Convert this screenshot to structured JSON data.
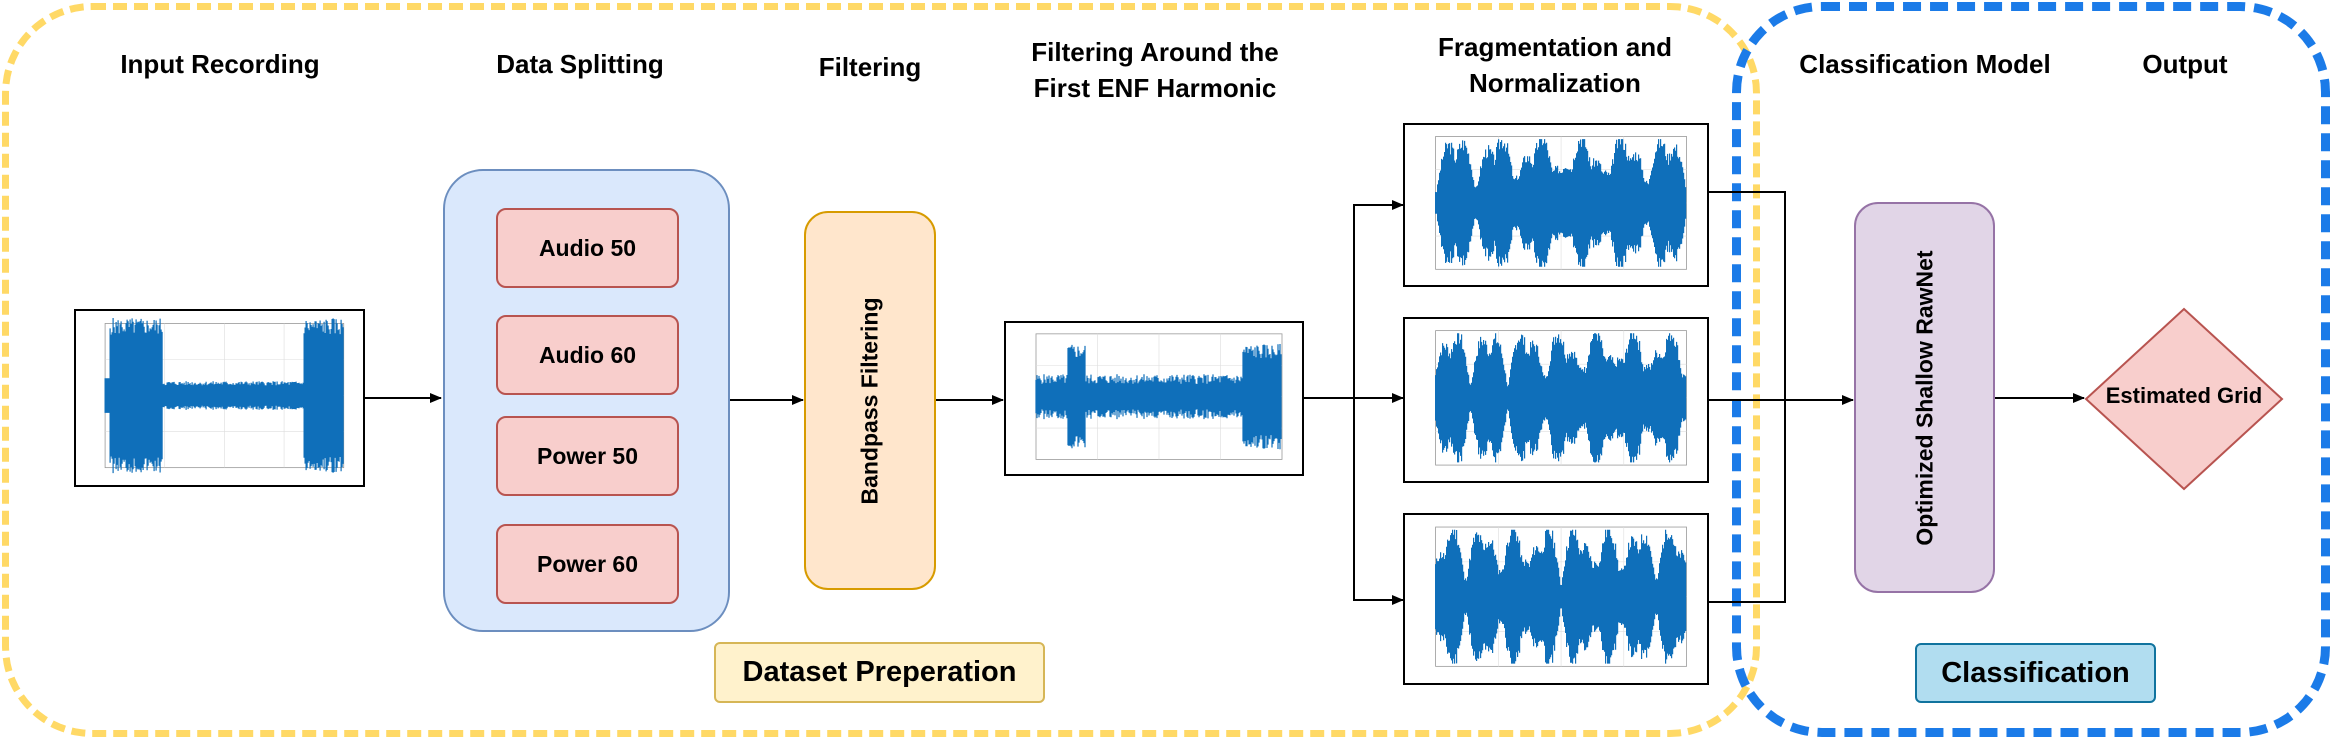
{
  "stages": {
    "input": "Input Recording",
    "splitting": "Data Splitting",
    "filtering": "Filtering",
    "enf_line1": "Filtering Around the",
    "enf_line2": "First ENF Harmonic",
    "frag_line1": "Fragmentation and",
    "frag_line2": "Normalization",
    "model": "Classification Model",
    "output": "Output"
  },
  "splits": [
    "Audio 50",
    "Audio 60",
    "Power 50",
    "Power 60"
  ],
  "bandpass_label": "Bandpass Filtering",
  "model_label": "Optimized Shallow RawNet",
  "output_label": "Estimated Grid",
  "groups": {
    "dataset_preparation": "Dataset Preperation",
    "classification": "Classification"
  },
  "colors": {
    "dataset_border": "#FFD966",
    "classification_border": "#1B7BE8",
    "waveform": "#0F6FBA",
    "split_panel": "#DAE8FC",
    "split_item": "#F8CECC",
    "bandpass": "#FFE6CC",
    "model": "#E1D5E7",
    "output": "#F8CECC"
  }
}
